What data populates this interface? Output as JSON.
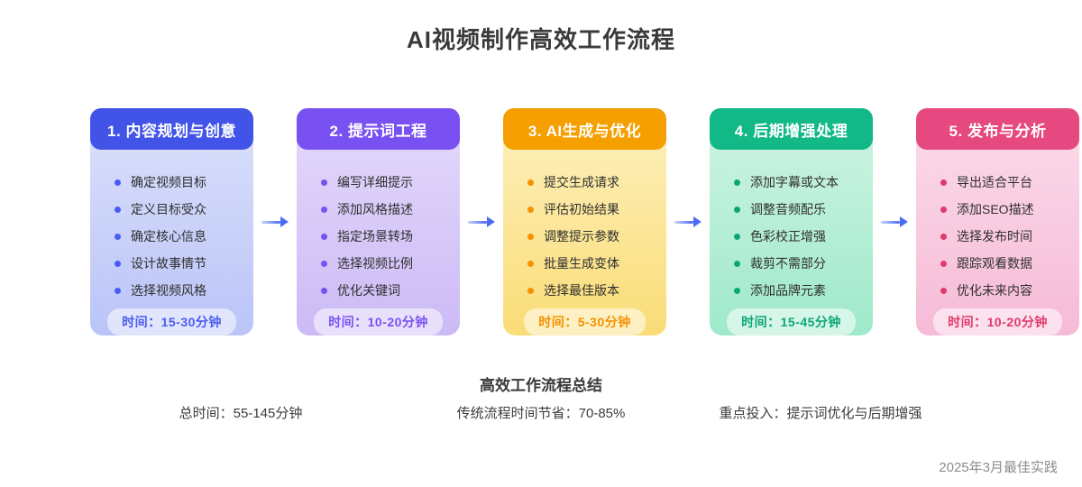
{
  "page": {
    "title": "AI视频制作高效工作流程",
    "footer_note": "2025年3月最佳实践"
  },
  "flow": {
    "arrow_color": "#4b6bf5"
  },
  "stages": [
    {
      "title": "1. 内容规划与创意",
      "items": [
        "确定视频目标",
        "定义目标受众",
        "确定核心信息",
        "设计故事情节",
        "选择视频风格"
      ],
      "time": "时间：15-30分钟",
      "colors": {
        "header": "#4254e8",
        "body_top": "#dce1fb",
        "body_bottom": "#bac4f7",
        "accent": "#4a5cf0"
      }
    },
    {
      "title": "2. 提示词工程",
      "items": [
        "编写详细提示",
        "添加风格描述",
        "指定场景转场",
        "选择视频比例",
        "优化关键词"
      ],
      "time": "时间：10-20分钟",
      "colors": {
        "header": "#7950f2",
        "body_top": "#e4dafb",
        "body_bottom": "#ccbaf5",
        "accent": "#7950f2"
      }
    },
    {
      "title": "3. AI生成与优化",
      "items": [
        "提交生成请求",
        "评估初始结果",
        "调整提示参数",
        "批量生成变体",
        "选择最佳版本"
      ],
      "time": "时间：5-30分钟",
      "colors": {
        "header": "#f59f00",
        "body_top": "#fdf1bf",
        "body_bottom": "#fadc77",
        "accent": "#f59100"
      }
    },
    {
      "title": "4. 后期增强处理",
      "items": [
        "添加字幕或文本",
        "调整音频配乐",
        "色彩校正增强",
        "裁剪不需部分",
        "添加品牌元素"
      ],
      "time": "时间：15-45分钟",
      "colors": {
        "header": "#12b886",
        "body_top": "#cff4e3",
        "body_bottom": "#9fe9cb",
        "accent": "#0ca678"
      }
    },
    {
      "title": "5. 发布与分析",
      "items": [
        "导出适合平台",
        "添加SEO描述",
        "选择发布时间",
        "跟踪观看数据",
        "优化未来内容"
      ],
      "time": "时间：10-20分钟",
      "colors": {
        "header": "#e64980",
        "body_top": "#fbdcea",
        "body_bottom": "#f6bbd7",
        "accent": "#e03a6b"
      }
    }
  ],
  "summary": {
    "title": "高效工作流程总结",
    "items": [
      "总时间：55-145分钟",
      "传统流程时间节省：70-85%",
      "重点投入：提示词优化与后期增强"
    ]
  }
}
